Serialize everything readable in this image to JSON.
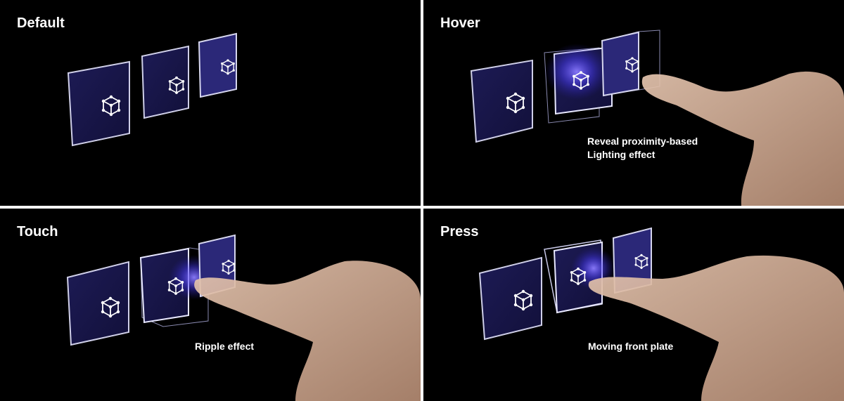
{
  "panels": {
    "default": {
      "title": "Default"
    },
    "hover": {
      "title": "Hover",
      "caption_line1": "Reveal proximity-based",
      "caption_line2": "Lighting effect"
    },
    "touch": {
      "title": "Touch",
      "caption": "Ripple effect"
    },
    "press": {
      "title": "Press",
      "caption": "Moving front plate"
    }
  },
  "icons": {
    "button_glyph": "cube-wireframe-icon"
  },
  "colors": {
    "panel_bg": "#000000",
    "plate": "#1a1850",
    "glow": "#6a5cff",
    "finger": "#d9b9a4"
  }
}
